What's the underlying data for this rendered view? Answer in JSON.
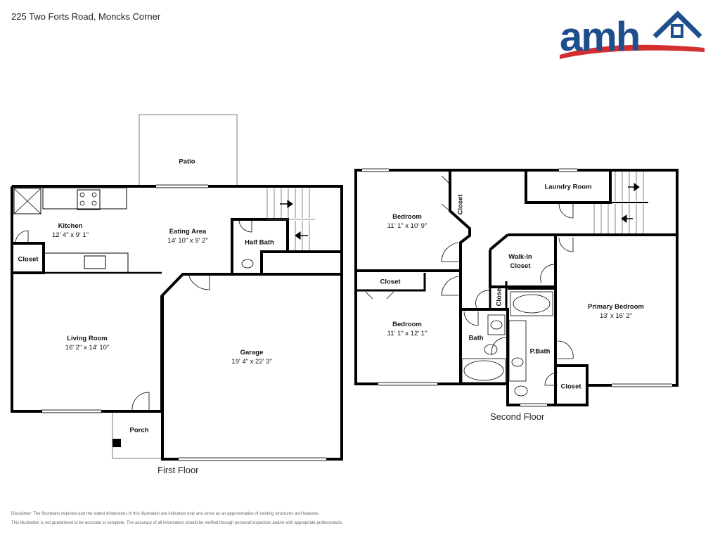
{
  "address": "225 Two Forts Road, Moncks Corner",
  "logo": {
    "text": "amh",
    "brand_color": "#1f4e8c",
    "accent_color": "#d32f2f"
  },
  "first_floor": {
    "label": "First Floor",
    "rooms": {
      "patio": {
        "name": "Patio",
        "dim": ""
      },
      "kitchen": {
        "name": "Kitchen",
        "dim": "12' 4\" x 9' 1\""
      },
      "eating_area": {
        "name": "Eating Area",
        "dim": "14' 10\" x 9' 2\""
      },
      "half_bath": {
        "name": "Half Bath",
        "dim": ""
      },
      "closet": {
        "name": "Closet",
        "dim": ""
      },
      "living_room": {
        "name": "Living Room",
        "dim": "16' 2\" x 14' 10\""
      },
      "garage": {
        "name": "Garage",
        "dim": "19' 4\" x 22' 3\""
      },
      "porch": {
        "name": "Porch",
        "dim": ""
      }
    }
  },
  "second_floor": {
    "label": "Second Floor",
    "rooms": {
      "bedroom_1": {
        "name": "Bedroom",
        "dim": "11' 1\" x 10' 9\""
      },
      "closet_1": {
        "name": "Closet",
        "dim": ""
      },
      "laundry": {
        "name": "Laundry Room",
        "dim": ""
      },
      "closet_2": {
        "name": "Closet",
        "dim": ""
      },
      "bedroom_2": {
        "name": "Bedroom",
        "dim": "11' 1\" x 12' 1\""
      },
      "walk_in_closet": {
        "name": "Walk-In Closet",
        "dim": ""
      },
      "closet_3": {
        "name": "Closet",
        "dim": ""
      },
      "bath": {
        "name": "Bath",
        "dim": ""
      },
      "p_bath": {
        "name": "P.Bath",
        "dim": ""
      },
      "primary_bedroom": {
        "name": "Primary Bedroom",
        "dim": "13' x 16' 2\""
      },
      "closet_4": {
        "name": "Closet",
        "dim": ""
      }
    }
  },
  "disclaimer": {
    "line1": "Disclaimer: The floorplans depicted and the stated dimensions in this illustration are indicative only and serve as an approximation of existing structures and features.",
    "line2": "This illustration is not guaranteed to be accurate or complete. The accuracy of all information should be verified through personal inspection and/or with appropriate professionals."
  }
}
